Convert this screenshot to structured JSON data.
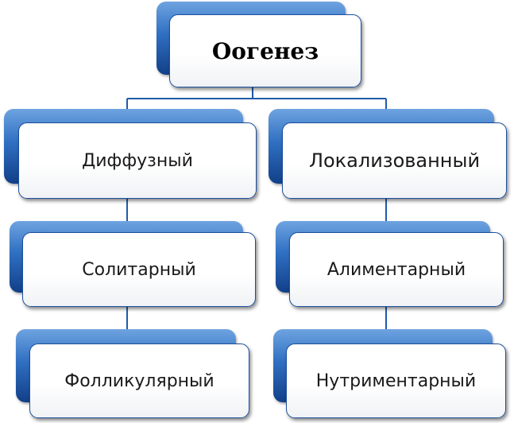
{
  "diagram": {
    "root": {
      "label": "Оогенез"
    },
    "left": [
      {
        "label": "Диффузный"
      },
      {
        "label": "Солитарный"
      },
      {
        "label": "Фолликулярный"
      }
    ],
    "right": [
      {
        "label": "Локализованный"
      },
      {
        "label": "Алиментарный"
      },
      {
        "label": "Нутриментарный"
      }
    ]
  },
  "colors": {
    "node_back": "#2f6fc2",
    "node_border": "#1c4f9c",
    "connector": "#1f5aa8"
  }
}
